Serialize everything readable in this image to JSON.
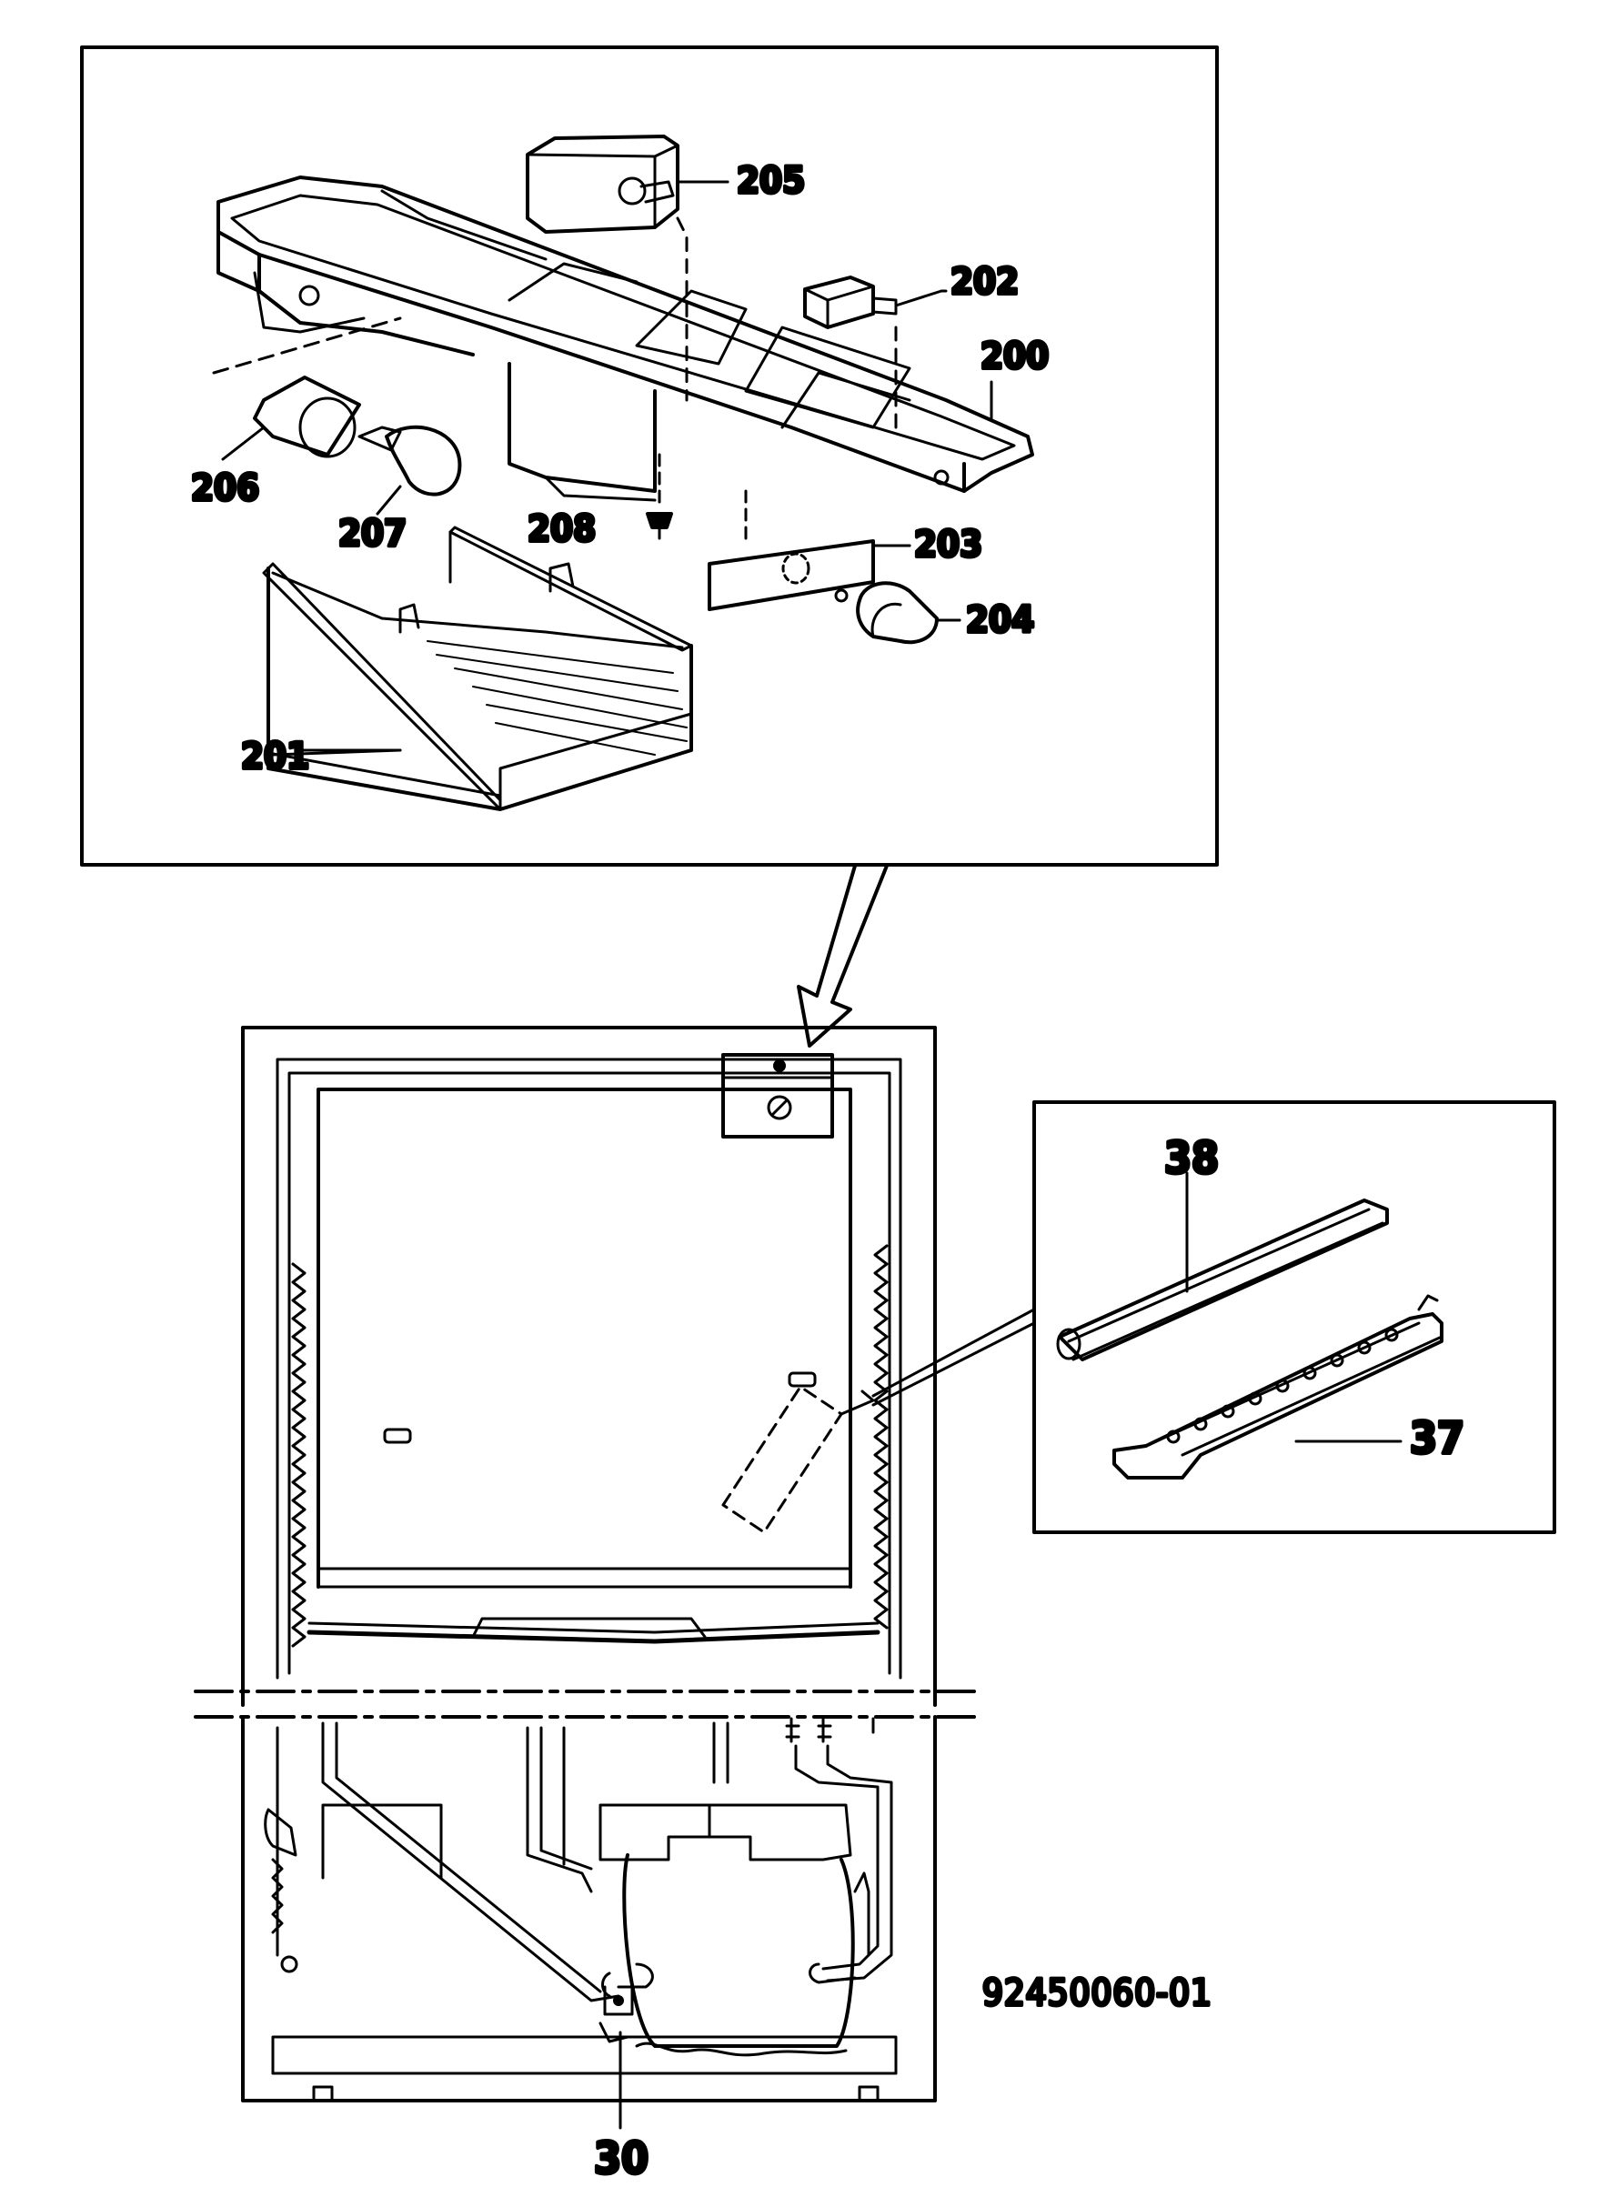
{
  "diagram": {
    "part_labels": {
      "p200": "200",
      "p201": "201",
      "p202": "202",
      "p203": "203",
      "p204": "204",
      "p205": "205",
      "p206": "206",
      "p207": "207",
      "p208": "208",
      "p37": "37",
      "p38": "38",
      "p30": "30"
    },
    "drawing_code": "92450060-01"
  }
}
